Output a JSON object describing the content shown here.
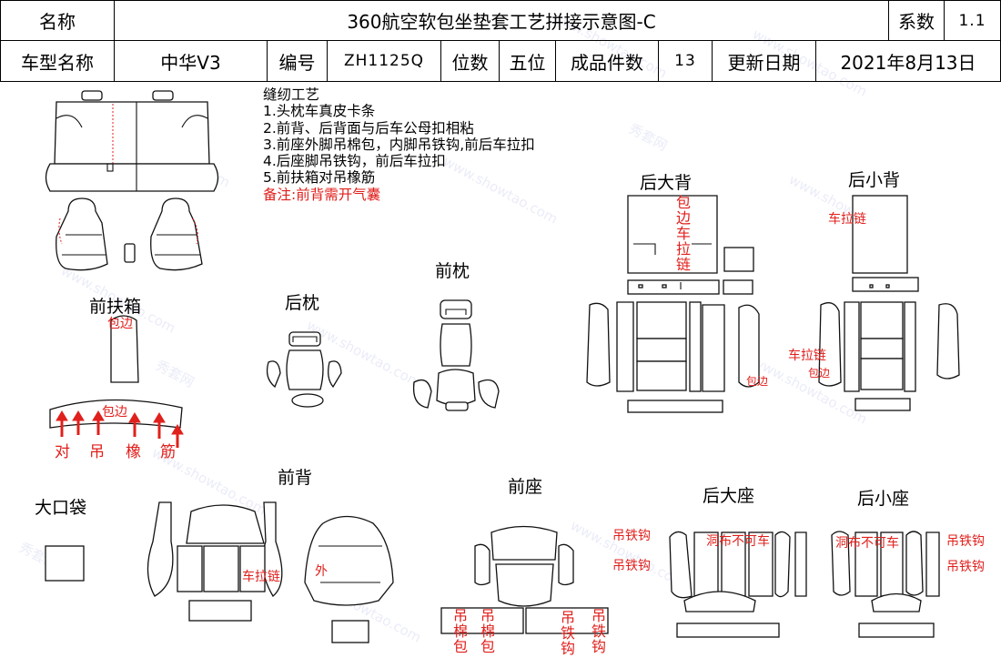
{
  "header": {
    "name_label": "名称",
    "title": "360航空软包坐垫套工艺拼接示意图-C",
    "coef_label": "系数",
    "coef_value": "1.1",
    "model_label": "车型名称",
    "model_value": "中华V3",
    "code_label": "编号",
    "code_value": "ZH1125Q",
    "seats_label": "位数",
    "seats_value": "五位",
    "pieces_label": "成品件数",
    "pieces_value": "13",
    "date_label": "更新日期",
    "date_value": "2021年8月13日"
  },
  "notes": {
    "heading": "缝纫工艺",
    "items": [
      "1.头枕车真皮卡条",
      "2.前背、后背面与后车公母扣相粘",
      "3.前座外脚吊棉包，内脚吊铁钩,前后车拉扣",
      "4.后座脚吊铁钩，前后车拉扣",
      "5.前扶箱对吊橡筋"
    ],
    "remark": "备注:前背需开气囊"
  },
  "sections": {
    "rear_big_back": "后大背",
    "rear_small_back": "后小背",
    "front_headrest": "前枕",
    "rear_headrest": "后枕",
    "front_armrest": "前扶箱",
    "big_pocket": "大口袋",
    "front_back": "前背",
    "front_seat": "前座",
    "rear_big_seat": "后大座",
    "rear_small_seat": "后小座"
  },
  "annotations": {
    "wrap_edge": "包边",
    "wrap_edge_pull_vertical": "包边车拉链",
    "car_zipper": "车拉链",
    "opposite_hang": "对",
    "hang": "吊",
    "rubber": "橡",
    "band": "筋",
    "hang_iron_hook": "吊铁钩",
    "hang_cotton_pack": "吊棉包",
    "hole_no_sew": "洞布不可车",
    "outer": "外"
  },
  "watermark": {
    "cn": "秀套网",
    "url": "www.showtao.com"
  },
  "colors": {
    "annotation_red": "#e0201c",
    "line": "#111111"
  }
}
